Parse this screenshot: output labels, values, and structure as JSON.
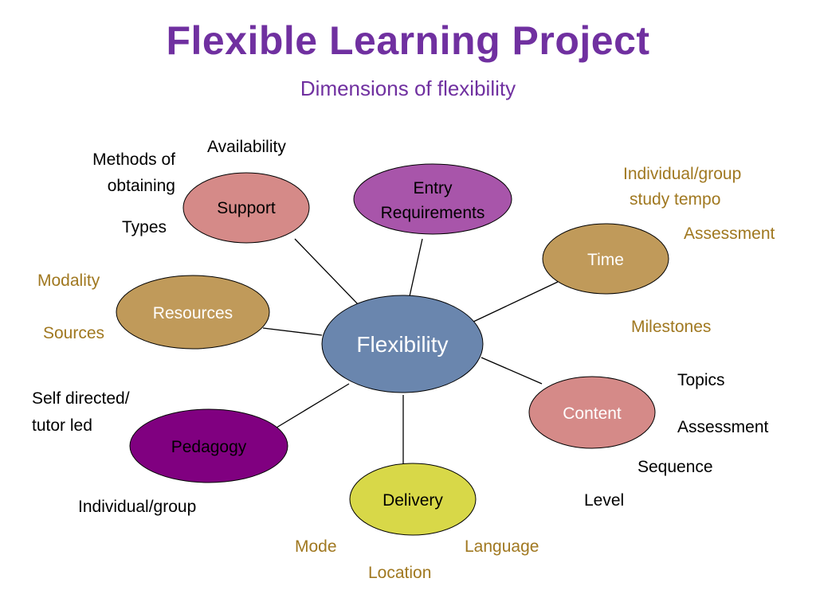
{
  "title": "Flexible Learning Project",
  "subtitle": "Dimensions of flexibility",
  "colors": {
    "title": "#7030A0",
    "gold_text": "#A07820",
    "center": "#6A86AE",
    "support": "#D58A88",
    "entry": "#A855AA",
    "time": "#C09A5A",
    "resources": "#C09A5A",
    "content": "#D58A88",
    "pedagogy": "#800080",
    "delivery": "#D8D848"
  },
  "center": {
    "label": "Flexibility"
  },
  "nodes": {
    "support": {
      "label": "Support"
    },
    "entry": {
      "label_line1": "Entry",
      "label_line2": "Requirements"
    },
    "time": {
      "label": "Time"
    },
    "resources": {
      "label": "Resources"
    },
    "content": {
      "label": "Content"
    },
    "pedagogy": {
      "label": "Pedagogy"
    },
    "delivery": {
      "label": "Delivery"
    }
  },
  "labels": {
    "availability": "Availability",
    "methods_line1": "Methods of",
    "methods_line2": "obtaining",
    "types": "Types",
    "study_line1": "Individual/group",
    "study_line2": "study tempo",
    "time_assessment": "Assessment",
    "milestones": "Milestones",
    "modality": "Modality",
    "sources": "Sources",
    "self_line1": "Self directed/",
    "self_line2": "tutor led",
    "individual_group": "Individual/group",
    "topics": "Topics",
    "content_assessment": "Assessment",
    "sequence": "Sequence",
    "level": "Level",
    "mode": "Mode",
    "language": "Language",
    "location": "Location"
  }
}
